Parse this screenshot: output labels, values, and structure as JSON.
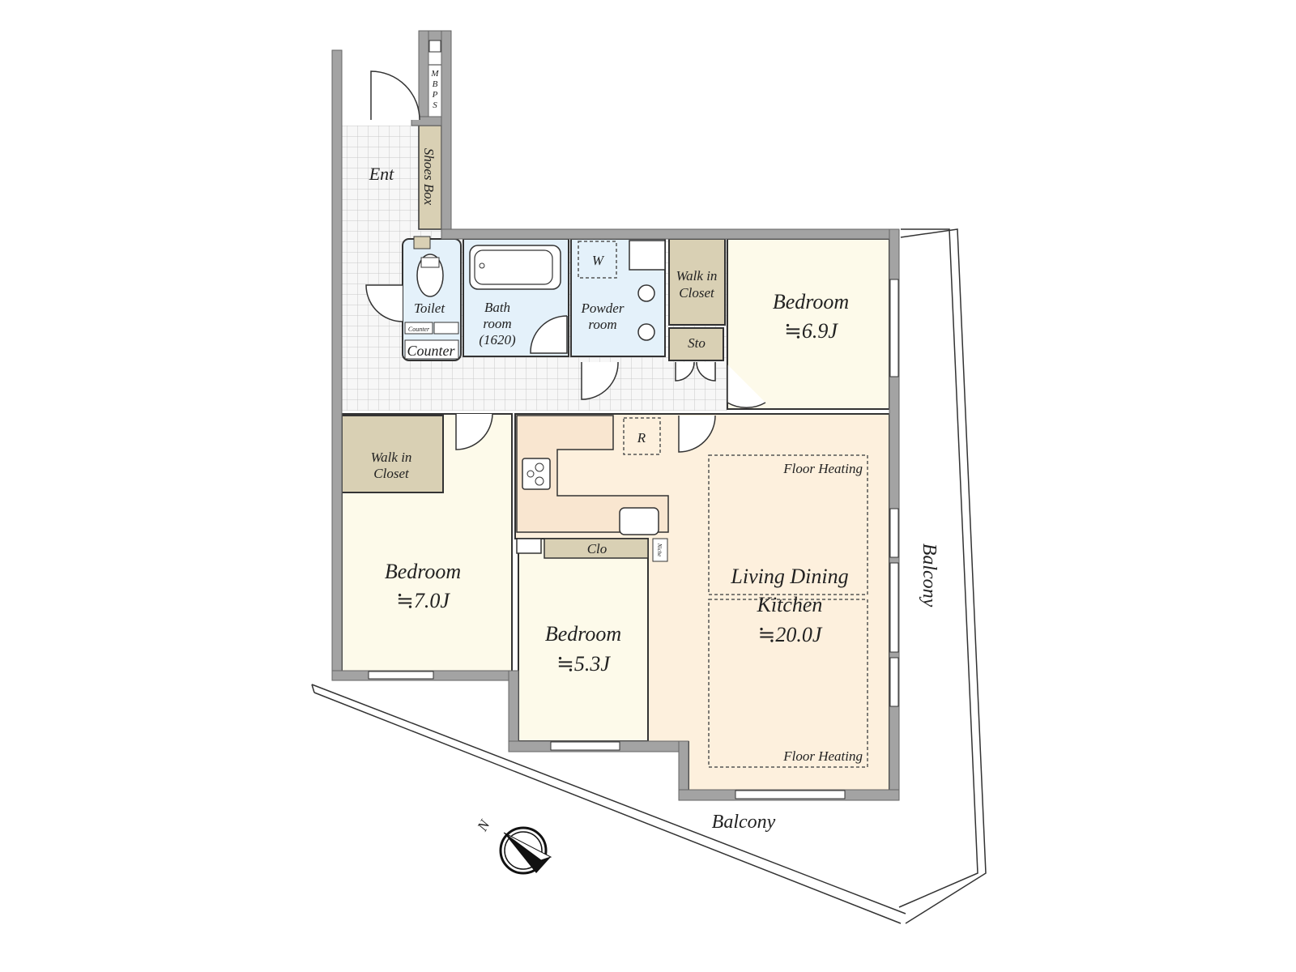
{
  "rooms": {
    "entrance": "Ent",
    "shoes_box": "Shoes Box",
    "mbps": [
      "M",
      "B",
      "P",
      "S"
    ],
    "toilet": "Toilet",
    "toilet_counter": "Counter",
    "counter": "Counter",
    "bathroom": [
      "Bath",
      "room",
      "(1620)"
    ],
    "washer": "W",
    "powder_room": [
      "Powder",
      "room"
    ],
    "walk_in_closet_top": [
      "Walk in",
      "Closet"
    ],
    "storage": "Sto",
    "bedroom_ne": {
      "name": "Bedroom",
      "size": "≒6.9J"
    },
    "walk_in_closet_left": [
      "Walk in",
      "Closet"
    ],
    "bedroom_w": {
      "name": "Bedroom",
      "size": "≒7.0J"
    },
    "refrigerator": "R",
    "closet": "Clo",
    "niche": "Niche",
    "bedroom_s": {
      "name": "Bedroom",
      "size": "≒5.3J"
    },
    "ldk": {
      "name_line1": "Living Dining",
      "name_line2": "Kitchen",
      "size": "≒20.0J"
    },
    "floor_heating_top": "Floor Heating",
    "floor_heating_bottom": "Floor Heating",
    "balcony_east": "Balcony",
    "balcony_south": "Balcony"
  },
  "compass": {
    "label": "N"
  },
  "colors": {
    "wet_area": "#e4f1fa",
    "storage": "#d9d0b4",
    "bedroom": "#fdfaea",
    "ldk": "#fdf0dd",
    "kitchen": "#f9e6d0",
    "wall": "#a3a3a3",
    "tile": "#f4f4f4"
  }
}
